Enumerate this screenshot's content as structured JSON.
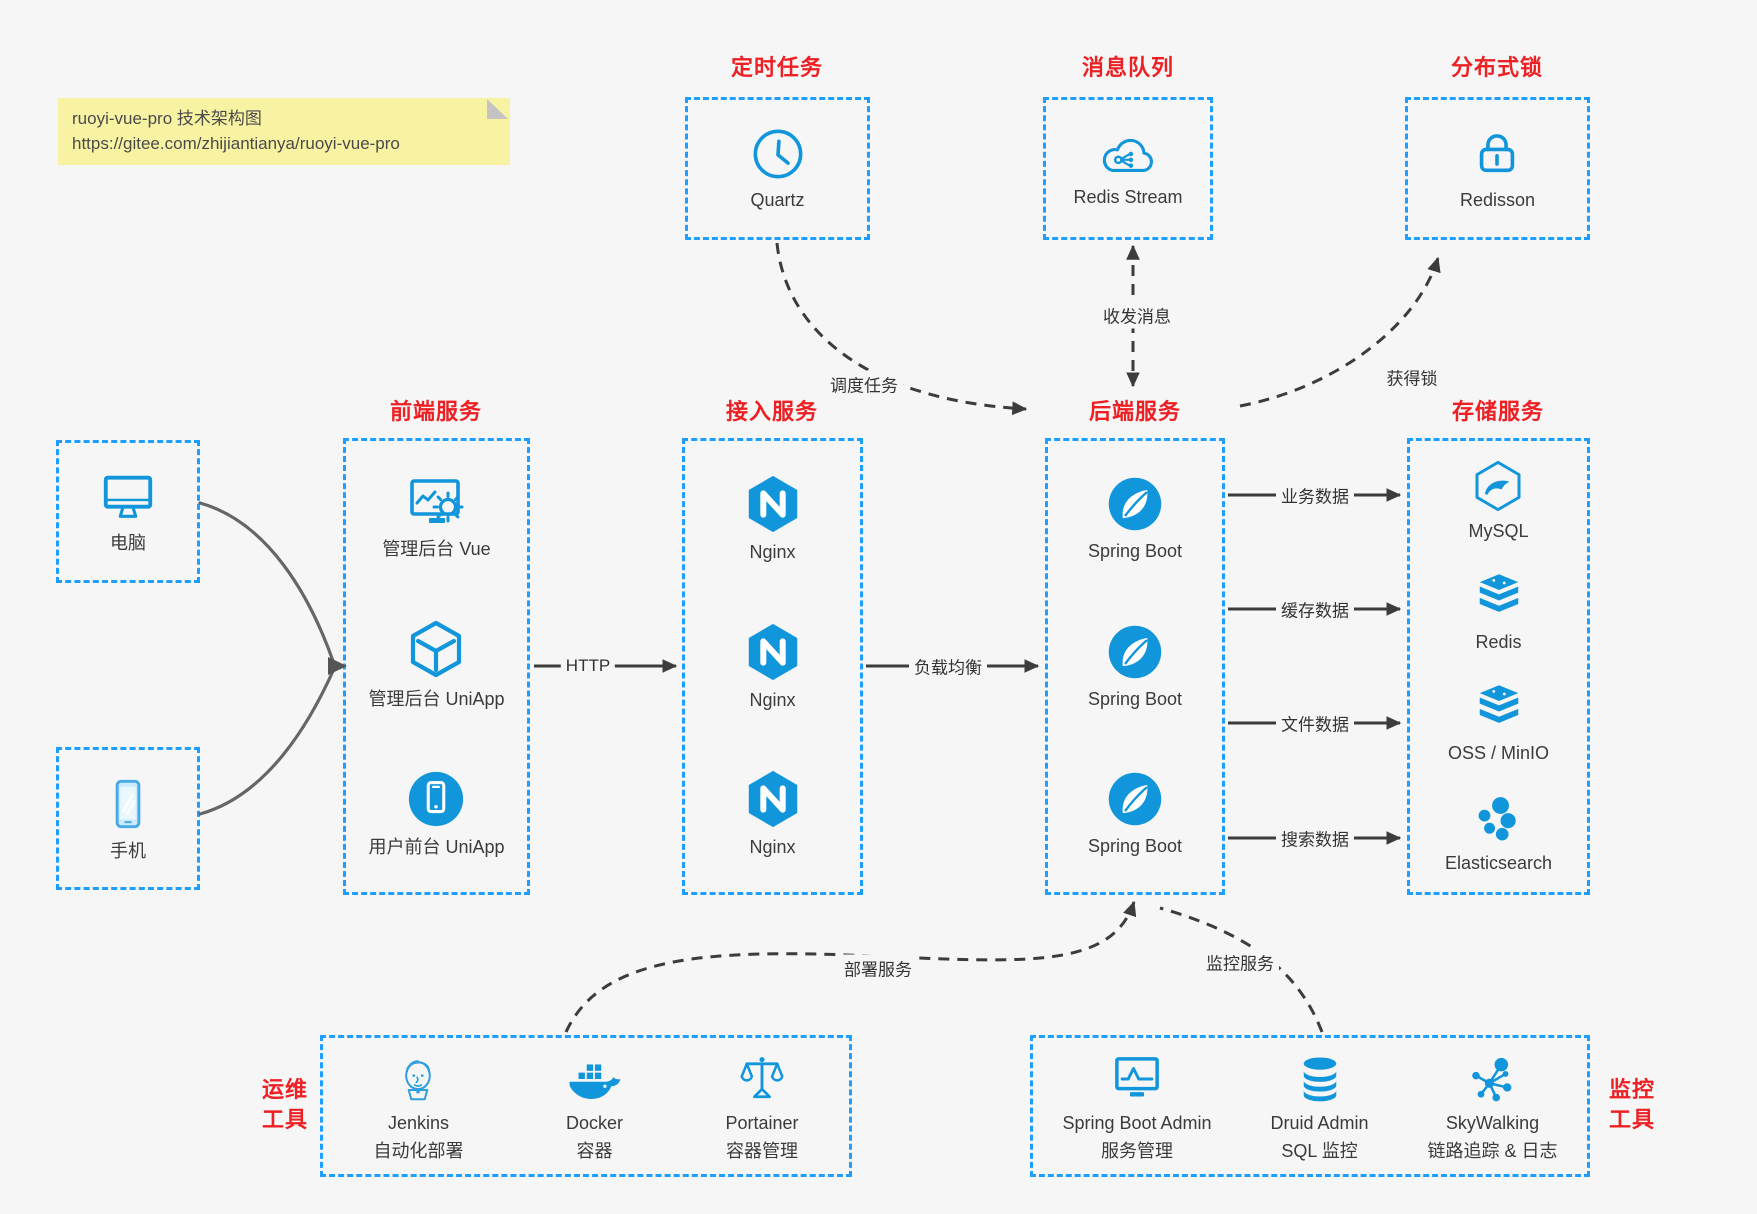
{
  "note": {
    "title": "ruoyi-vue-pro 技术架构图",
    "url": "https://gitee.com/zhijiantianya/ruoyi-vue-pro"
  },
  "top_groups": [
    {
      "title": "定时任务",
      "node": "Quartz"
    },
    {
      "title": "消息队列",
      "node": "Redis Stream"
    },
    {
      "title": "分布式锁",
      "node": "Redisson"
    }
  ],
  "clients": [
    {
      "label": "电脑"
    },
    {
      "label": "手机"
    }
  ],
  "columns": [
    {
      "title": "前端服务",
      "nodes": [
        "管理后台 Vue",
        "管理后台 UniApp",
        "用户前台 UniApp"
      ]
    },
    {
      "title": "接入服务",
      "nodes": [
        "Nginx",
        "Nginx",
        "Nginx"
      ]
    },
    {
      "title": "后端服务",
      "nodes": [
        "Spring Boot",
        "Spring Boot",
        "Spring Boot"
      ]
    },
    {
      "title": "存储服务",
      "nodes": [
        "MySQL",
        "Redis",
        "OSS / MinIO",
        "Elasticsearch"
      ]
    }
  ],
  "bottom_groups": [
    {
      "side_label": [
        "运维",
        "工具"
      ],
      "nodes": [
        {
          "name": "Jenkins",
          "desc": "自动化部署"
        },
        {
          "name": "Docker",
          "desc": "容器"
        },
        {
          "name": "Portainer",
          "desc": "容器管理"
        }
      ]
    },
    {
      "side_label": [
        "监控",
        "工具"
      ],
      "nodes": [
        {
          "name": "Spring Boot Admin",
          "desc": "服务管理"
        },
        {
          "name": "Druid Admin",
          "desc": "SQL 监控"
        },
        {
          "name": "SkyWalking",
          "desc": "链路追踪 & 日志"
        }
      ]
    }
  ],
  "edge_labels": {
    "http": "HTTP",
    "load_balance": "负载均衡",
    "schedule": "调度任务",
    "message": "收发消息",
    "lock": "获得锁",
    "business": "业务数据",
    "cache": "缓存数据",
    "file": "文件数据",
    "search": "搜索数据",
    "deploy": "部署服务",
    "monitor": "监控服务"
  },
  "colors": {
    "accent_blue": "#1296db",
    "border_blue": "#1e9fff",
    "title_red": "#ed2024",
    "arrow_dark": "#3c3c3c",
    "client_arrow_gray": "#666666",
    "note_bg": "#f8f3a3",
    "canvas_bg": "#f6f6f6"
  }
}
